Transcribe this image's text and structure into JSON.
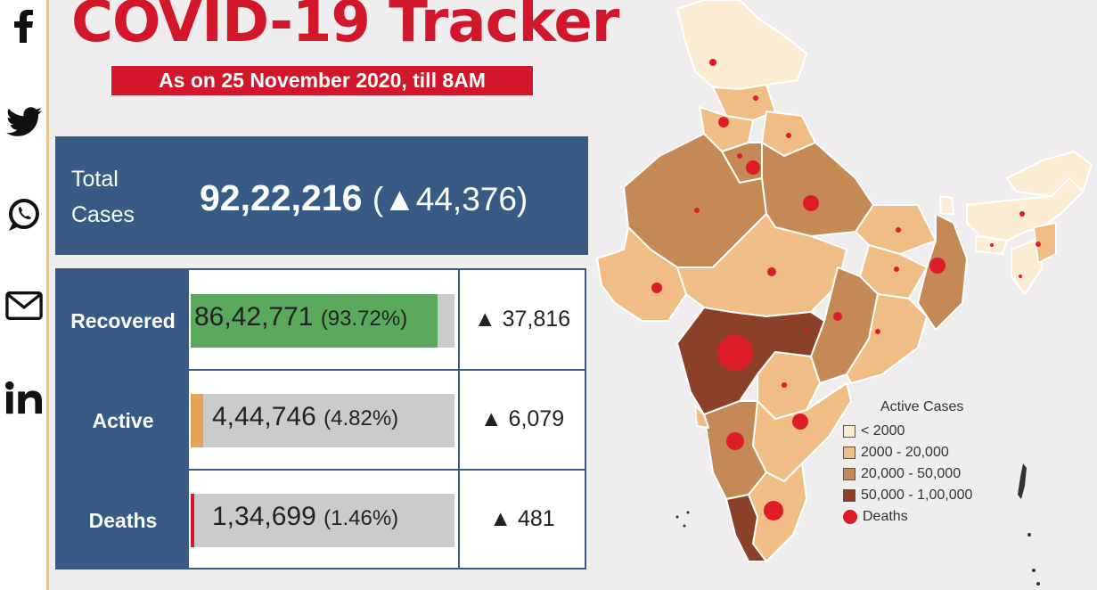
{
  "title": "COVID-19 Tracker",
  "as_on": "As on 25 November 2020, till 8AM",
  "social": [
    "facebook-icon",
    "twitter-icon",
    "whatsapp-icon",
    "email-icon",
    "linkedin-icon"
  ],
  "total": {
    "label_line1": "Total",
    "label_line2": "Cases",
    "value": "92,22,216",
    "change": "(▲44,376)"
  },
  "rows": [
    {
      "label": "Recovered",
      "value": "86,42,771",
      "pct_text": "(93.72%)",
      "pct": 93.72,
      "change": "▲ 37,816",
      "color": "#5aa95c"
    },
    {
      "label": "Active",
      "value": "4,44,746",
      "pct_text": "(4.82%)",
      "pct": 4.82,
      "change": "▲ 6,079",
      "color": "#e2a25a"
    },
    {
      "label": "Deaths",
      "value": "1,34,699",
      "pct_text": "(1.46%)",
      "pct": 1.46,
      "change": "▲ 481",
      "color": "#d3172a"
    }
  ],
  "legend": {
    "title": "Active Cases",
    "items": [
      {
        "label": "< 2000",
        "color": "#fbecd3"
      },
      {
        "label": "2000 - 20,000",
        "color": "#f0bd84"
      },
      {
        "label": "20,000 - 50,000",
        "color": "#c58955"
      },
      {
        "label": "50,000 - 1,00,000",
        "color": "#8b4128"
      }
    ],
    "deaths_label": "Deaths",
    "deaths_color": "#dd1c28"
  },
  "colors": {
    "brand_red": "#d3172a",
    "panel_blue": "#375b85"
  }
}
